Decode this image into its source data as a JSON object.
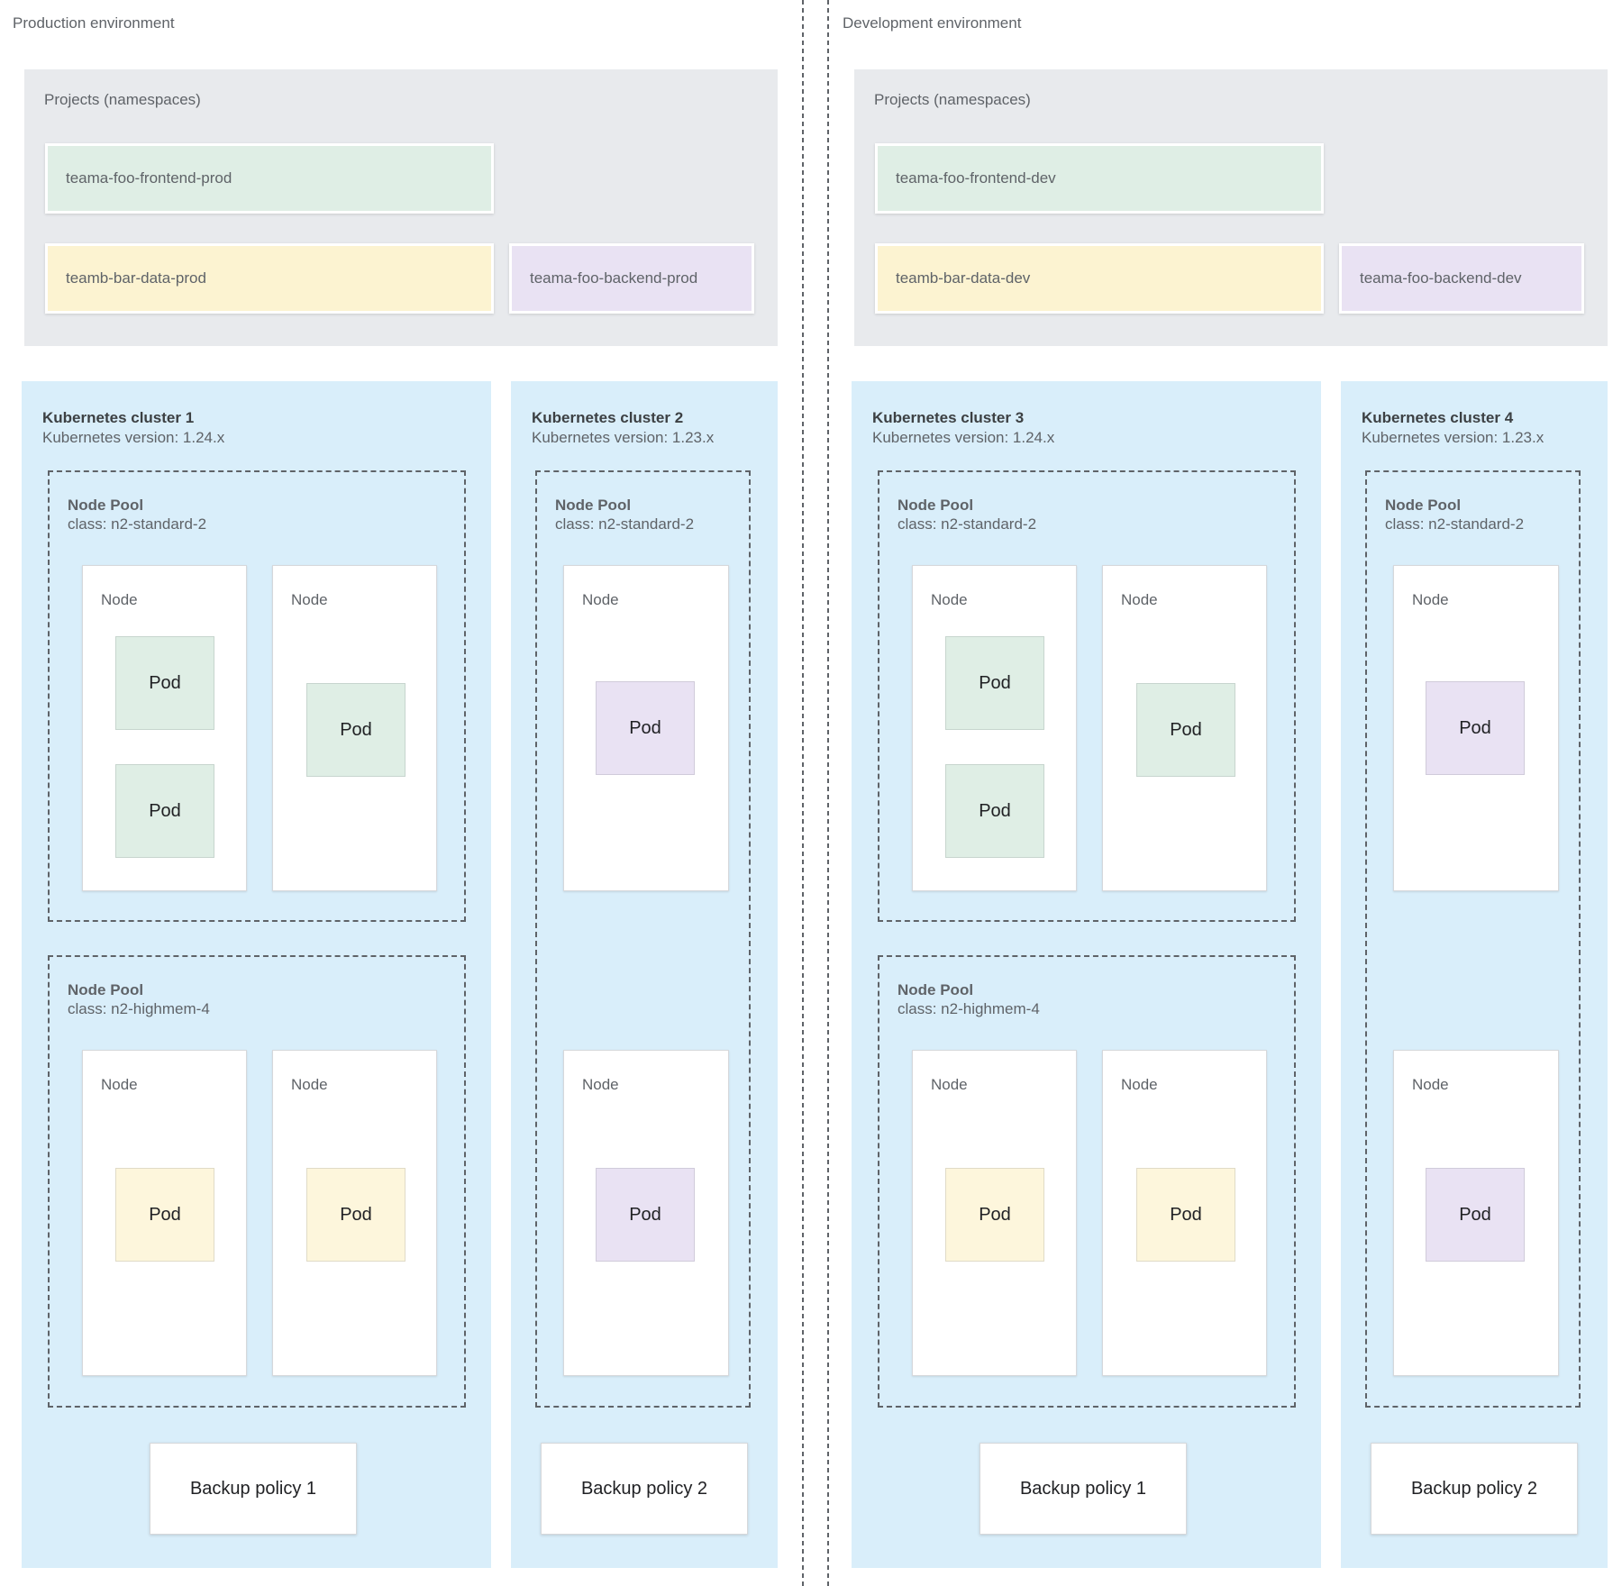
{
  "palette": {
    "cluster_bg": "#D9EEFA",
    "projects_bg": "#E8EAED",
    "green": "#DFEEE5",
    "yellow": "#FCF3D1",
    "purple": "#E9E2F3",
    "node_border": "#D6D8DB",
    "dash": "#5F6368",
    "text_gray": "#5F6368",
    "text_dark": "#3C4043",
    "pod_text": "#202124"
  },
  "environments": [
    {
      "title": "Production environment",
      "projects": {
        "label": "Projects (namespaces)",
        "namespaces": [
          {
            "name": "teama-foo-frontend-prod",
            "color": "green"
          },
          {
            "name": "teamb-bar-data-prod",
            "color": "yellow"
          },
          {
            "name": "teama-foo-backend-prod",
            "color": "purple"
          }
        ]
      },
      "clusters": [
        {
          "title": "Kubernetes cluster 1",
          "version": "Kubernetes version: 1.24.x",
          "backup": "Backup policy 1",
          "node_pools": [
            {
              "label": "Node Pool",
              "class_line": "class: n2-standard-2",
              "nodes": [
                {
                  "label": "Node",
                  "pods": [
                    {
                      "label": "Pod",
                      "color": "green"
                    },
                    {
                      "label": "Pod",
                      "color": "green"
                    }
                  ]
                },
                {
                  "label": "Node",
                  "pods": [
                    {
                      "label": "Pod",
                      "color": "green"
                    }
                  ]
                }
              ]
            },
            {
              "label": "Node Pool",
              "class_line": "class: n2-highmem-4",
              "nodes": [
                {
                  "label": "Node",
                  "pods": [
                    {
                      "label": "Pod",
                      "color": "yellow"
                    }
                  ]
                },
                {
                  "label": "Node",
                  "pods": [
                    {
                      "label": "Pod",
                      "color": "yellow"
                    }
                  ]
                }
              ]
            }
          ]
        },
        {
          "title": "Kubernetes cluster 2",
          "version": "Kubernetes version: 1.23.x",
          "backup": "Backup policy 2",
          "node_pools": [
            {
              "label": "Node Pool",
              "class_line": "class: n2-standard-2",
              "nodes": [
                {
                  "label": "Node",
                  "pods": [
                    {
                      "label": "Pod",
                      "color": "purple"
                    }
                  ]
                },
                {
                  "label": "Node",
                  "pods": [
                    {
                      "label": "Pod",
                      "color": "purple"
                    }
                  ]
                }
              ]
            }
          ]
        }
      ]
    },
    {
      "title": "Development environment",
      "projects": {
        "label": "Projects (namespaces)",
        "namespaces": [
          {
            "name": "teama-foo-frontend-dev",
            "color": "green"
          },
          {
            "name": "teamb-bar-data-dev",
            "color": "yellow"
          },
          {
            "name": "teama-foo-backend-dev",
            "color": "purple"
          }
        ]
      },
      "clusters": [
        {
          "title": "Kubernetes cluster 3",
          "version": "Kubernetes version: 1.24.x",
          "backup": "Backup policy 1",
          "node_pools": [
            {
              "label": "Node Pool",
              "class_line": "class: n2-standard-2",
              "nodes": [
                {
                  "label": "Node",
                  "pods": [
                    {
                      "label": "Pod",
                      "color": "green"
                    },
                    {
                      "label": "Pod",
                      "color": "green"
                    }
                  ]
                },
                {
                  "label": "Node",
                  "pods": [
                    {
                      "label": "Pod",
                      "color": "green"
                    }
                  ]
                }
              ]
            },
            {
              "label": "Node Pool",
              "class_line": "class: n2-highmem-4",
              "nodes": [
                {
                  "label": "Node",
                  "pods": [
                    {
                      "label": "Pod",
                      "color": "yellow"
                    }
                  ]
                },
                {
                  "label": "Node",
                  "pods": [
                    {
                      "label": "Pod",
                      "color": "yellow"
                    }
                  ]
                }
              ]
            }
          ]
        },
        {
          "title": "Kubernetes cluster 4",
          "version": "Kubernetes version: 1.23.x",
          "backup": "Backup policy 2",
          "node_pools": [
            {
              "label": "Node Pool",
              "class_line": "class: n2-standard-2",
              "nodes": [
                {
                  "label": "Node",
                  "pods": [
                    {
                      "label": "Pod",
                      "color": "purple"
                    }
                  ]
                },
                {
                  "label": "Node",
                  "pods": [
                    {
                      "label": "Pod",
                      "color": "purple"
                    }
                  ]
                }
              ]
            }
          ]
        }
      ]
    }
  ]
}
